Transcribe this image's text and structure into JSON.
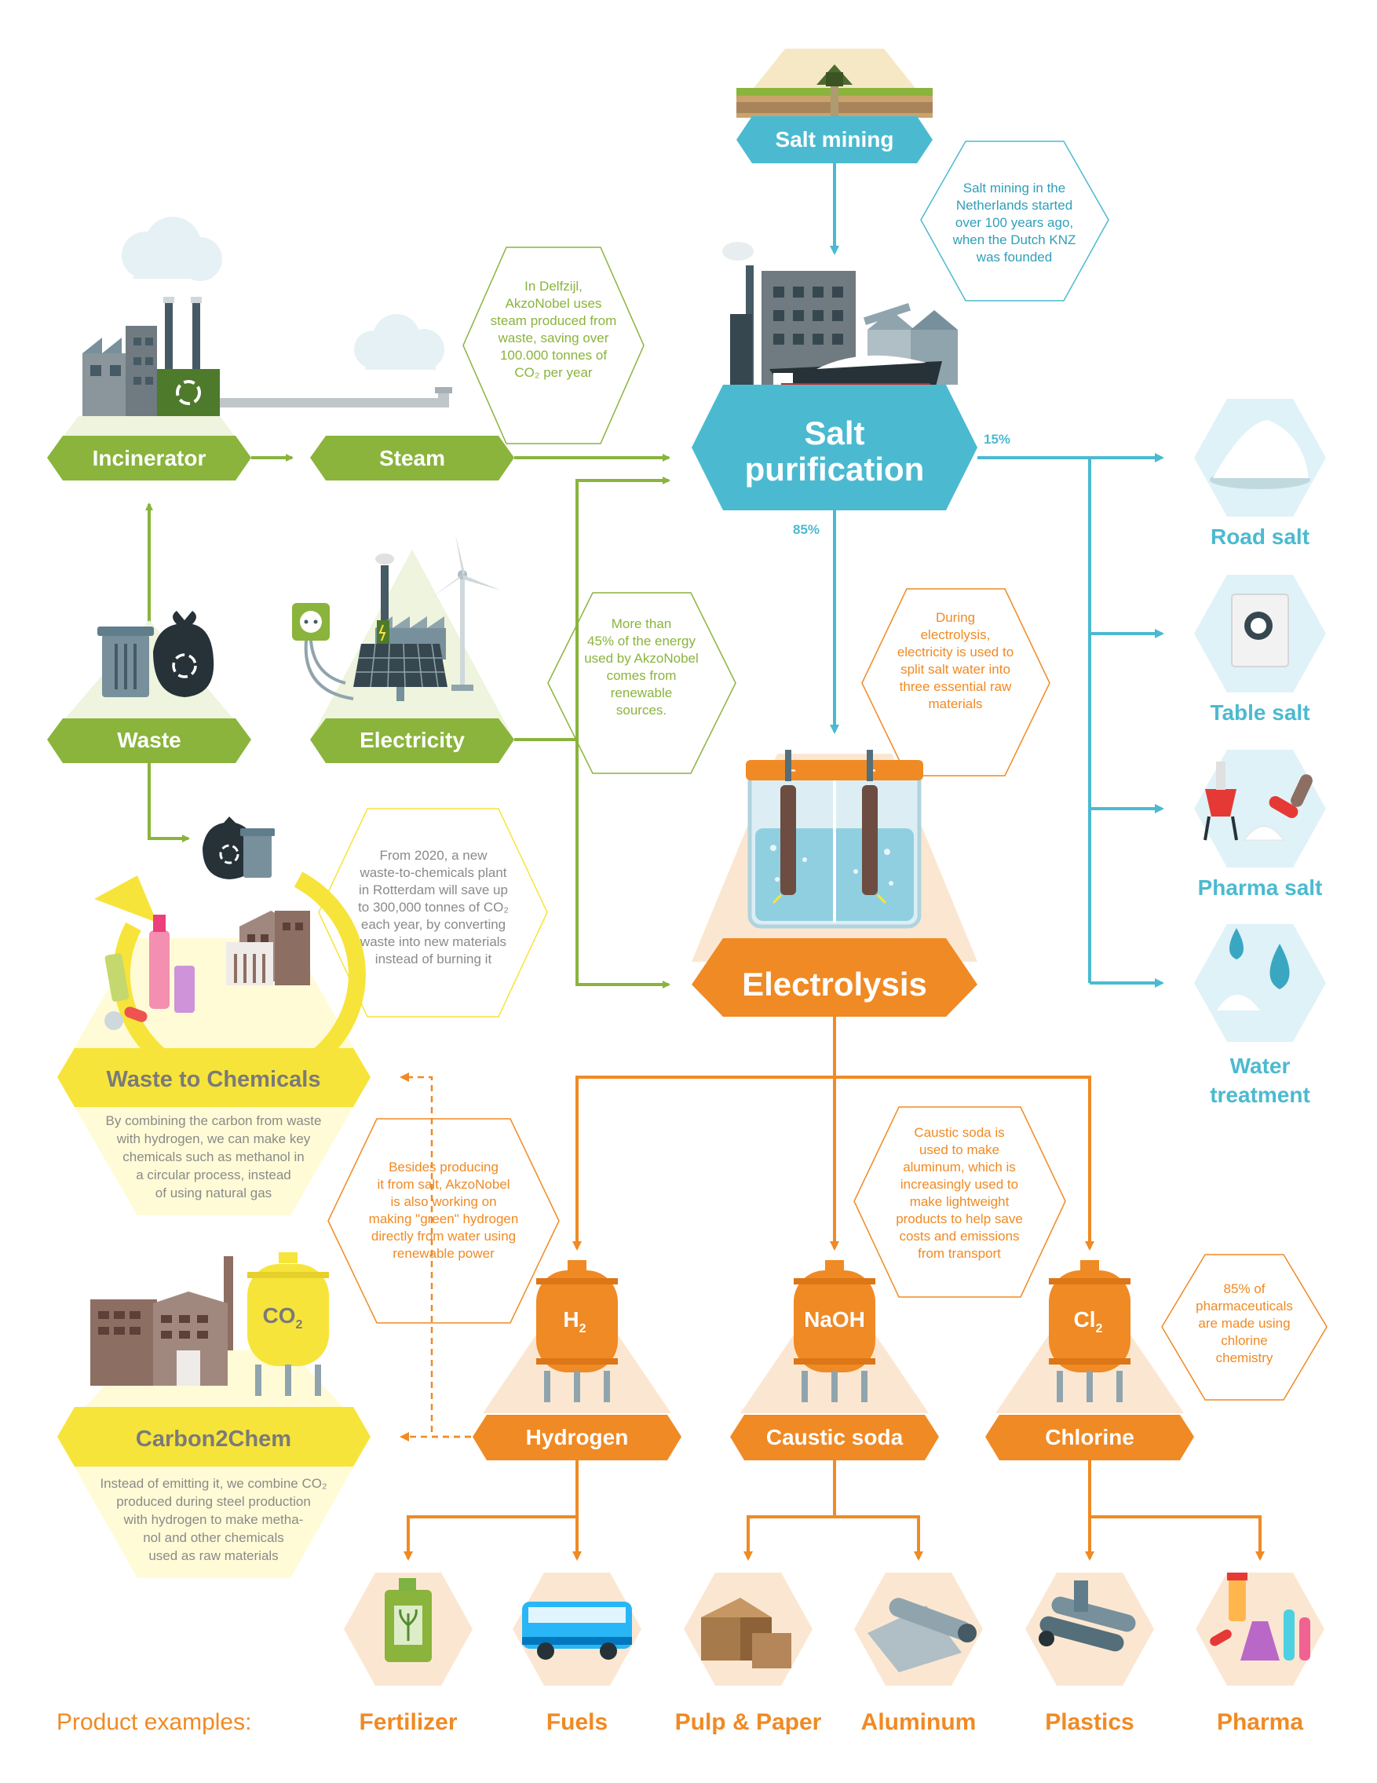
{
  "colors": {
    "green": "#8ab43c",
    "blue": "#4bbad0",
    "orange": "#f08a24",
    "yellow": "#f7e43a",
    "note_green": "#8ab43c",
    "note_blue": "#2f9fb9",
    "note_orange": "#f08a24",
    "muted_text": "#8a8a8a"
  },
  "nodes": {
    "salt_mining": "Salt mining",
    "salt_purification": "Salt purification",
    "incinerator": "Incinerator",
    "steam": "Steam",
    "waste": "Waste",
    "electricity": "Electricity",
    "electrolysis": "Electrolysis",
    "waste_to_chemicals": "Waste to Chemicals",
    "carbon2chem": "Carbon2Chem",
    "hydrogen": "Hydrogen",
    "caustic_soda": "Caustic soda",
    "chlorine": "Chlorine"
  },
  "tanks": {
    "h2": "H",
    "h2_sub": "2",
    "naoh": "NaOH",
    "cl2": "Cl",
    "cl2_sub": "2",
    "co2": "CO",
    "co2_sub": "2"
  },
  "percentages": {
    "road_branch": "15%",
    "electrolysis_branch": "85%"
  },
  "salt_products": [
    {
      "label": "Road salt",
      "icon": "salt-pile-icon"
    },
    {
      "label": "Table salt",
      "icon": "salt-box-icon"
    },
    {
      "label": "Pharma salt",
      "icon": "pharma-salt-icon"
    },
    {
      "label": "Water",
      "label2": "treatment",
      "icon": "water-drops-icon"
    }
  ],
  "notes": {
    "delfzijl": [
      "In Delfzijl,",
      "AkzoNobel uses",
      "steam produced from",
      "waste, saving over",
      "100.000 tonnes of",
      "CO₂ per year"
    ],
    "salt_mining": [
      "Salt mining in the",
      "Netherlands started",
      "over 100 years ago,",
      "when the Dutch KNZ",
      "was founded"
    ],
    "renewable": [
      "More than",
      "45% of the energy",
      "used by AkzoNobel",
      "comes from",
      "renewable",
      "sources."
    ],
    "electrolysis": [
      "During",
      "electrolysis,",
      "electricity is used to",
      "split salt water into",
      "three essential raw",
      "materials"
    ],
    "rotterdam": [
      "From 2020, a new",
      "waste-to-chemicals plant",
      "in Rotterdam will save up",
      "to 300,000 tonnes of CO₂",
      "each year, by converting",
      "waste into new materials",
      "instead of burning it"
    ],
    "green_hydrogen": [
      "Besides producing",
      "it from salt, AkzoNobel",
      "is also working on",
      "making \"green\" hydrogen",
      "directly from water using",
      "renewable power"
    ],
    "caustic": [
      "Caustic soda is",
      "used to make",
      "aluminum, which is",
      "increasingly used to",
      "make lightweight",
      "products to help save",
      "costs and emissions",
      "from transport"
    ],
    "pharma_chlorine": [
      "85% of",
      "pharmaceuticals",
      "are made using",
      "chlorine",
      "chemistry"
    ],
    "waste_to_chemicals_desc": [
      "By combining the carbon from waste",
      "with hydrogen, we can make key",
      "chemicals such as methanol in",
      "a circular process, instead",
      "of using natural gas"
    ],
    "carbon2chem_desc": [
      "Instead of emitting it, we combine CO₂",
      "produced during steel production",
      "with hydrogen to make metha-",
      "nol and other chemicals",
      "used as raw materials"
    ]
  },
  "products": {
    "heading": "Product examples:",
    "items": [
      {
        "label": "Fertilizer",
        "icon": "fertilizer-can-icon"
      },
      {
        "label": "Fuels",
        "icon": "bus-icon"
      },
      {
        "label": "Pulp & Paper",
        "icon": "cardboard-box-icon"
      },
      {
        "label": "Aluminum",
        "icon": "aluminum-roll-icon"
      },
      {
        "label": "Plastics",
        "icon": "plastic-pipes-icon"
      },
      {
        "label": "Pharma",
        "icon": "pharma-bottles-icon"
      }
    ]
  }
}
